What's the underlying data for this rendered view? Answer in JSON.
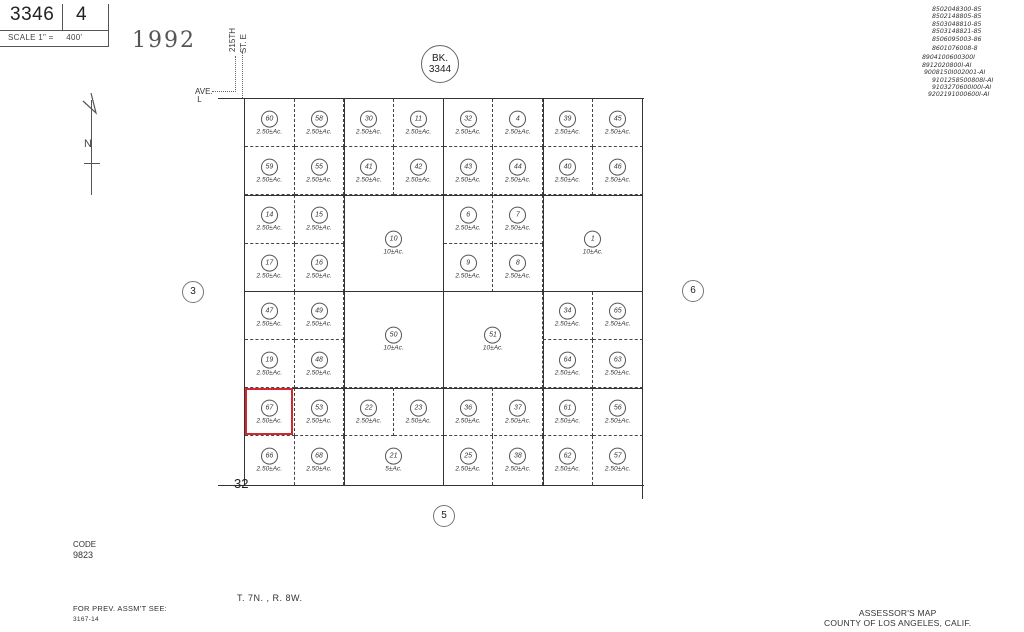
{
  "header": {
    "book": "3346",
    "page": "4",
    "scale_label": "SCALE 1\" =",
    "scale_value": "400'",
    "year": "1992"
  },
  "streets": {
    "north_south": "215TH",
    "north_south_suffix": "ST. E",
    "east_west": "AVE.",
    "east_west_suffix": "L"
  },
  "north_arrow": {
    "label": "N"
  },
  "book_reference": {
    "line1": "BK.",
    "line2": "3344"
  },
  "apn_notes": [
    "8502048300-85",
    "8502148805-85",
    "8503048810-85",
    "8503148821-85",
    "8506095003-86",
    "8601076008-8",
    "8904100600300I",
    "8912020800I-AI",
    "9008150I002001-AI",
    "9101258500808I-AI",
    "9103270600I00I-AI",
    "9202191000600I-AI"
  ],
  "adjacent_pages": {
    "west": "3",
    "east": "6",
    "south": "5"
  },
  "section_corner": "32",
  "selected_parcel": {
    "number": "67",
    "highlight_color": "#d0282e"
  },
  "parcels": [
    {
      "number": "60",
      "acres": "2.50±Ac.",
      "row": 0,
      "col": 0,
      "rs": 1,
      "cs": 1
    },
    {
      "number": "58",
      "acres": "2.50±Ac.",
      "row": 0,
      "col": 1,
      "rs": 1,
      "cs": 1
    },
    {
      "number": "30",
      "acres": "2.50±Ac.",
      "row": 0,
      "col": 2,
      "rs": 1,
      "cs": 1
    },
    {
      "number": "11",
      "acres": "2.50±Ac.",
      "row": 0,
      "col": 3,
      "rs": 1,
      "cs": 1
    },
    {
      "number": "32",
      "acres": "2.50±Ac.",
      "row": 0,
      "col": 4,
      "rs": 1,
      "cs": 1
    },
    {
      "number": "4",
      "acres": "2.50±Ac.",
      "row": 0,
      "col": 5,
      "rs": 1,
      "cs": 1
    },
    {
      "number": "39",
      "acres": "2.50±Ac.",
      "row": 0,
      "col": 6,
      "rs": 1,
      "cs": 1
    },
    {
      "number": "45",
      "acres": "2.50±Ac.",
      "row": 0,
      "col": 7,
      "rs": 1,
      "cs": 1
    },
    {
      "number": "59",
      "acres": "2.50±Ac.",
      "row": 1,
      "col": 0,
      "rs": 1,
      "cs": 1
    },
    {
      "number": "55",
      "acres": "2.50±Ac.",
      "row": 1,
      "col": 1,
      "rs": 1,
      "cs": 1
    },
    {
      "number": "41",
      "acres": "2.50±Ac.",
      "row": 1,
      "col": 2,
      "rs": 1,
      "cs": 1
    },
    {
      "number": "42",
      "acres": "2.50±Ac.",
      "row": 1,
      "col": 3,
      "rs": 1,
      "cs": 1
    },
    {
      "number": "43",
      "acres": "2.50±Ac.",
      "row": 1,
      "col": 4,
      "rs": 1,
      "cs": 1
    },
    {
      "number": "44",
      "acres": "2.50±Ac.",
      "row": 1,
      "col": 5,
      "rs": 1,
      "cs": 1
    },
    {
      "number": "40",
      "acres": "2.50±Ac.",
      "row": 1,
      "col": 6,
      "rs": 1,
      "cs": 1
    },
    {
      "number": "46",
      "acres": "2.50±Ac.",
      "row": 1,
      "col": 7,
      "rs": 1,
      "cs": 1
    },
    {
      "number": "14",
      "acres": "2.50±Ac.",
      "row": 2,
      "col": 0,
      "rs": 1,
      "cs": 1
    },
    {
      "number": "15",
      "acres": "2.50±Ac.",
      "row": 2,
      "col": 1,
      "rs": 1,
      "cs": 1
    },
    {
      "number": "10",
      "acres": "10±Ac.",
      "row": 2,
      "col": 2,
      "rs": 2,
      "cs": 2
    },
    {
      "number": "6",
      "acres": "2.50±Ac.",
      "row": 2,
      "col": 4,
      "rs": 1,
      "cs": 1
    },
    {
      "number": "7",
      "acres": "2.50±Ac.",
      "row": 2,
      "col": 5,
      "rs": 1,
      "cs": 1
    },
    {
      "number": "1",
      "acres": "10±Ac.",
      "row": 2,
      "col": 6,
      "rs": 2,
      "cs": 2
    },
    {
      "number": "17",
      "acres": "2.50±Ac.",
      "row": 3,
      "col": 0,
      "rs": 1,
      "cs": 1
    },
    {
      "number": "16",
      "acres": "2.50±Ac.",
      "row": 3,
      "col": 1,
      "rs": 1,
      "cs": 1
    },
    {
      "number": "9",
      "acres": "2.50±Ac.",
      "row": 3,
      "col": 4,
      "rs": 1,
      "cs": 1
    },
    {
      "number": "8",
      "acres": "2.50±Ac.",
      "row": 3,
      "col": 5,
      "rs": 1,
      "cs": 1
    },
    {
      "number": "47",
      "acres": "2.50±Ac.",
      "row": 4,
      "col": 0,
      "rs": 1,
      "cs": 1
    },
    {
      "number": "49",
      "acres": "2.50±Ac.",
      "row": 4,
      "col": 1,
      "rs": 1,
      "cs": 1
    },
    {
      "number": "50",
      "acres": "10±Ac.",
      "row": 4,
      "col": 2,
      "rs": 2,
      "cs": 2
    },
    {
      "number": "51",
      "acres": "10±Ac.",
      "row": 4,
      "col": 4,
      "rs": 2,
      "cs": 2
    },
    {
      "number": "34",
      "acres": "2.50±Ac.",
      "row": 4,
      "col": 6,
      "rs": 1,
      "cs": 1
    },
    {
      "number": "65",
      "acres": "2.50±Ac.",
      "row": 4,
      "col": 7,
      "rs": 1,
      "cs": 1
    },
    {
      "number": "19",
      "acres": "2.50±Ac.",
      "row": 5,
      "col": 0,
      "rs": 1,
      "cs": 1
    },
    {
      "number": "48",
      "acres": "2.50±Ac.",
      "row": 5,
      "col": 1,
      "rs": 1,
      "cs": 1
    },
    {
      "number": "64",
      "acres": "2.50±Ac.",
      "row": 5,
      "col": 6,
      "rs": 1,
      "cs": 1
    },
    {
      "number": "63",
      "acres": "2.50±Ac.",
      "row": 5,
      "col": 7,
      "rs": 1,
      "cs": 1
    },
    {
      "number": "67",
      "acres": "2.50±Ac.",
      "row": 6,
      "col": 0,
      "rs": 1,
      "cs": 1
    },
    {
      "number": "53",
      "acres": "2.50±Ac.",
      "row": 6,
      "col": 1,
      "rs": 1,
      "cs": 1
    },
    {
      "number": "22",
      "acres": "2.50±Ac.",
      "row": 6,
      "col": 2,
      "rs": 1,
      "cs": 1
    },
    {
      "number": "23",
      "acres": "2.50±Ac.",
      "row": 6,
      "col": 3,
      "rs": 1,
      "cs": 1
    },
    {
      "number": "36",
      "acres": "2.50±Ac.",
      "row": 6,
      "col": 4,
      "rs": 1,
      "cs": 1
    },
    {
      "number": "37",
      "acres": "2.50±Ac.",
      "row": 6,
      "col": 5,
      "rs": 1,
      "cs": 1
    },
    {
      "number": "61",
      "acres": "2.50±Ac.",
      "row": 6,
      "col": 6,
      "rs": 1,
      "cs": 1
    },
    {
      "number": "56",
      "acres": "2.50±Ac.",
      "row": 6,
      "col": 7,
      "rs": 1,
      "cs": 1
    },
    {
      "number": "66",
      "acres": "2.50±Ac.",
      "row": 7,
      "col": 0,
      "rs": 1,
      "cs": 1
    },
    {
      "number": "68",
      "acres": "2.50±Ac.",
      "row": 7,
      "col": 1,
      "rs": 1,
      "cs": 1
    },
    {
      "number": "21",
      "acres": "5±Ac.",
      "row": 7,
      "col": 2,
      "rs": 1,
      "cs": 2
    },
    {
      "number": "25",
      "acres": "2.50±Ac.",
      "row": 7,
      "col": 4,
      "rs": 1,
      "cs": 1
    },
    {
      "number": "38",
      "acres": "2.50±Ac.",
      "row": 7,
      "col": 5,
      "rs": 1,
      "cs": 1
    },
    {
      "number": "62",
      "acres": "2.50±Ac.",
      "row": 7,
      "col": 6,
      "rs": 1,
      "cs": 1
    },
    {
      "number": "57",
      "acres": "2.50±Ac.",
      "row": 7,
      "col": 7,
      "rs": 1,
      "cs": 1
    }
  ],
  "code": {
    "label": "CODE",
    "value": "9823"
  },
  "township": "T. 7N. , R. 8W.",
  "previous_assessment": {
    "label": "FOR PREV. ASSM'T SEE:",
    "value": "3167-14"
  },
  "footer": {
    "line1": "ASSESSOR'S MAP",
    "line2": "COUNTY OF LOS ANGELES, CALIF."
  }
}
